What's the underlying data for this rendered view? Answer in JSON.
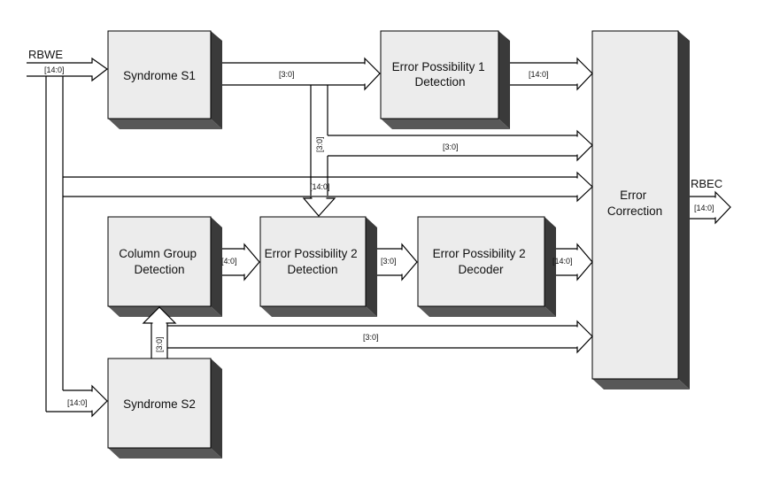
{
  "signals": {
    "input": "RBWE",
    "output": "RBEC"
  },
  "blocks": {
    "syndrome_s1": [
      "Syndrome S1"
    ],
    "ep1_detection": [
      "Error Possibility 1",
      "Detection"
    ],
    "error_correction": [
      "Error",
      "Correction"
    ],
    "column_group": [
      "Column Group",
      "Detection"
    ],
    "ep2_detection": [
      "Error Possibility 2",
      "Detection"
    ],
    "ep2_decoder": [
      "Error Possibility 2",
      "Decoder"
    ],
    "syndrome_s2": [
      "Syndrome S2"
    ]
  },
  "buses": {
    "rbwe_in": "[14:0]",
    "s1_to_ep1": "[3:0]",
    "ep1_to_ec": "[14:0]",
    "s1_vertical": "[3:0]",
    "s1_to_ec": "[3:0]",
    "rbwe_to_ec": "[14:0]",
    "cg_to_ep2": "[4:0]",
    "ep2det_to_dec": "[3:0]",
    "dec_to_ec": "[14:0]",
    "s2_vertical": "[3:0]",
    "s2_to_ec": "[3:0]",
    "rbwe_to_s2": "[14:0]",
    "ec_out": "[14:0]"
  },
  "colors": {
    "block_face": "#ececec",
    "block_side": "#3a3a3a",
    "block_bottom": "#585858",
    "line": "#000000",
    "background": "#ffffff"
  }
}
